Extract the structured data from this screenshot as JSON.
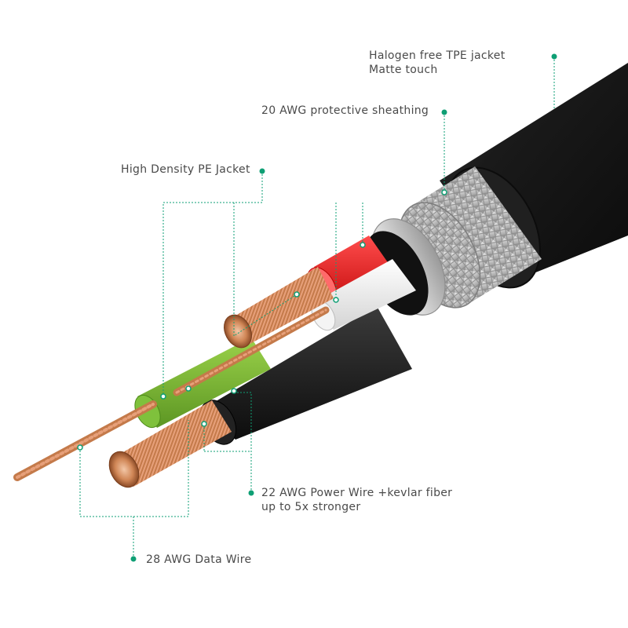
{
  "accent_color": "#0e9f74",
  "callouts": {
    "jacket": {
      "line1": "Halogen free TPE jacket",
      "line2": "Matte touch"
    },
    "sheathing": {
      "line1": "20 AWG protective sheathing"
    },
    "pe_jacket": {
      "line1": "High  Density  PE  Jacket"
    },
    "power_wire": {
      "line1": "22 AWG Power Wire +kevlar fiber",
      "line2": "up to 5x stronger"
    },
    "data_wire": {
      "line1": "28 AWG Data Wire"
    }
  },
  "components": [
    "outer-jacket",
    "braided-shield",
    "foil-shield",
    "red-insulation",
    "white-insulation",
    "black-insulation",
    "green-insulation",
    "copper-conductor",
    "twisted-data-wire"
  ]
}
